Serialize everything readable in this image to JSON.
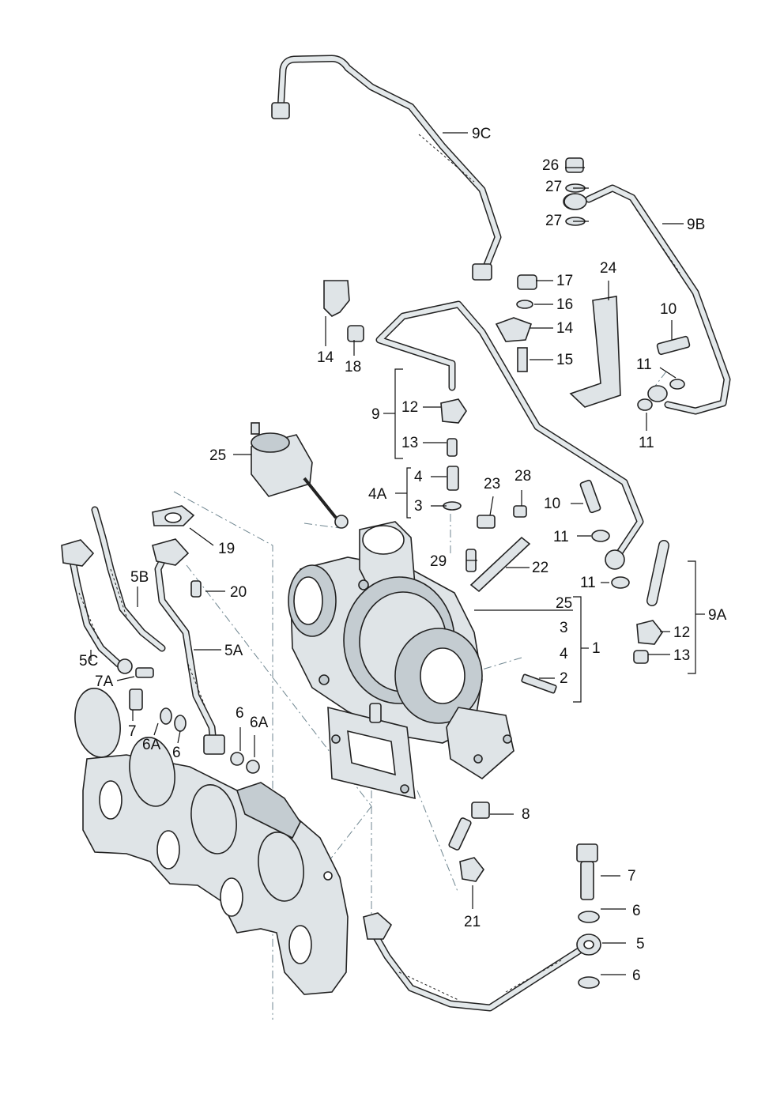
{
  "callouts": {
    "c9C": "9C",
    "c26": "26",
    "c27a": "27",
    "c27b": "27",
    "c9B": "9B",
    "c24": "24",
    "c17": "17",
    "c16": "16",
    "c14a": "14",
    "c15": "15",
    "c10a": "10",
    "c11a": "11",
    "c11b": "11",
    "c14b": "14",
    "c18": "18",
    "c9": "9",
    "c12a": "12",
    "c13a": "13",
    "c25a": "25",
    "c4": "4",
    "c4A": "4A",
    "c3a": "3",
    "c23": "23",
    "c28": "28",
    "c10b": "10",
    "c11c": "11",
    "c29": "29",
    "c22": "22",
    "c11d": "11",
    "c19": "19",
    "c5B": "5B",
    "c20": "20",
    "c5A": "5A",
    "c5C": "5C",
    "c25b": "25",
    "c3b": "3",
    "c1": "1",
    "c4b": "4",
    "c2": "2",
    "c9A": "9A",
    "c12b": "12",
    "c13b": "13",
    "c7A": "7A",
    "c7a": "7",
    "c6Aa": "6A",
    "c6a": "6",
    "c6b": "6",
    "c6Ab": "6A",
    "c8": "8",
    "c7b": "7",
    "c6c": "6",
    "c21": "21",
    "c5": "5",
    "c6d": "6"
  },
  "colors": {
    "line": "#111111",
    "part_fill": "#dfe4e7",
    "part_shade": "#c4ccd1",
    "center_line": "#6f8690"
  }
}
